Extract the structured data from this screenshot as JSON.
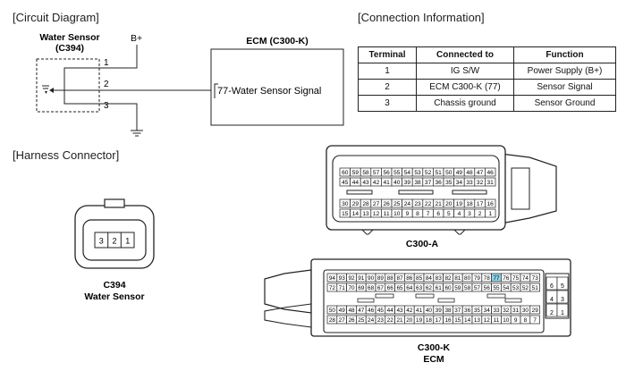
{
  "sections": {
    "circuit": "[Circuit Diagram]",
    "connection": "[Connection Information]",
    "harness": "[Harness Connector]"
  },
  "circuit": {
    "sensor_title": "Water Sensor",
    "sensor_code": "(C394)",
    "supply": "B+",
    "ecm_title": "ECM (C300-K)",
    "ecm_signal": "77-Water Sensor Signal",
    "pins": [
      "1",
      "2",
      "3"
    ]
  },
  "connection_table": {
    "headers": [
      "Terminal",
      "Connected to",
      "Function"
    ],
    "rows": [
      [
        "1",
        "IG S/W",
        "Power Supply (B+)"
      ],
      [
        "2",
        "ECM C300-K (77)",
        "Sensor Signal"
      ],
      [
        "3",
        "Chassis ground",
        "Sensor Ground"
      ]
    ]
  },
  "harness": {
    "c394": {
      "pins": [
        "3",
        "2",
        "1"
      ],
      "code": "C394",
      "name": "Water Sensor"
    },
    "c300a": {
      "label": "C300-A",
      "rows": [
        [
          "60",
          "59",
          "58",
          "57",
          "56",
          "55",
          "54",
          "53",
          "52",
          "51",
          "50",
          "49",
          "48",
          "47",
          "46"
        ],
        [
          "45",
          "44",
          "43",
          "42",
          "41",
          "40",
          "39",
          "38",
          "37",
          "36",
          "35",
          "34",
          "33",
          "32",
          "31"
        ],
        [
          "30",
          "29",
          "28",
          "27",
          "26",
          "25",
          "24",
          "23",
          "22",
          "21",
          "20",
          "19",
          "18",
          "17",
          "16"
        ],
        [
          "15",
          "14",
          "13",
          "12",
          "11",
          "10",
          "9",
          "8",
          "7",
          "6",
          "5",
          "4",
          "3",
          "2",
          "1"
        ]
      ]
    },
    "c300k": {
      "label": "C300-K",
      "sublabel": "ECM",
      "highlight": "77",
      "highlight_color": "#8fd3e8",
      "rows": [
        [
          "94",
          "93",
          "92",
          "91",
          "90",
          "89",
          "88",
          "87",
          "86",
          "85",
          "84",
          "83",
          "82",
          "81",
          "80",
          "79",
          "78",
          "77",
          "76",
          "75",
          "74",
          "73"
        ],
        [
          "72",
          "71",
          "70",
          "69",
          "68",
          "67",
          "66",
          "65",
          "64",
          "63",
          "62",
          "61",
          "60",
          "59",
          "58",
          "57",
          "56",
          "55",
          "54",
          "53",
          "52",
          "51"
        ],
        [
          "50",
          "49",
          "48",
          "47",
          "46",
          "45",
          "44",
          "43",
          "42",
          "41",
          "40",
          "39",
          "38",
          "37",
          "36",
          "35",
          "34",
          "33",
          "32",
          "31",
          "30",
          "29"
        ],
        [
          "28",
          "27",
          "26",
          "25",
          "24",
          "23",
          "22",
          "21",
          "20",
          "19",
          "18",
          "17",
          "16",
          "15",
          "14",
          "13",
          "12",
          "11",
          "10",
          "9",
          "8",
          "7"
        ]
      ],
      "side": [
        [
          "6",
          "5"
        ],
        [
          "4",
          "3"
        ],
        [
          "2",
          "1"
        ]
      ]
    }
  }
}
